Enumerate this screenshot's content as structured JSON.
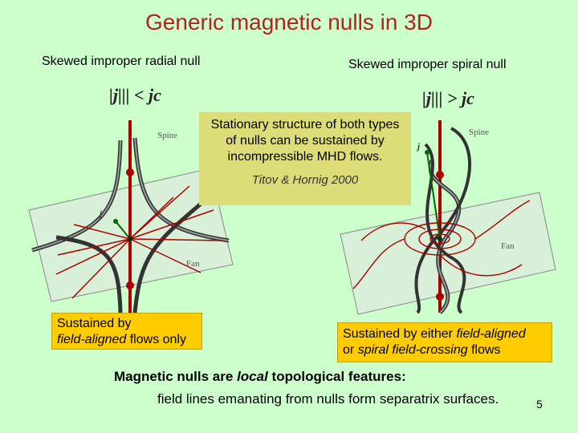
{
  "title": "Generic magnetic nulls in 3D",
  "left_panel": {
    "subtitle": "Skewed improper radial null",
    "condition": "|j||| < jc",
    "labels": {
      "spine": "Spine",
      "fan": "Fan",
      "current": "j"
    },
    "callout": {
      "prefix": "Sustained by",
      "emph": "field-aligned",
      "suffix": "flows only"
    }
  },
  "right_panel": {
    "subtitle": "Skewed improper spiral null",
    "condition": "|j||| > jc",
    "labels": {
      "spine": "Spine",
      "fan": "Fan",
      "current": "j"
    },
    "callout": {
      "prefix": "Sustained by either",
      "emph1": "field-aligned",
      "mid": "or",
      "emph2": "spiral field-crossing",
      "suffix": "flows"
    }
  },
  "info_box": {
    "text": "Stationary structure of both types of nulls can be sustained by incompressible MHD flows.",
    "reference": "Titov & Hornig 2000"
  },
  "bottom": {
    "line1_prefix": "Magnetic nulls are",
    "line1_emph": "local",
    "line1_suffix": "topological features:",
    "line2": "field lines emanating from nulls form separatrix surfaces."
  },
  "page_number": "5",
  "colors": {
    "title": "#b22222",
    "background": "#ccffcc",
    "info_box": "#dcdc78",
    "callout": "#ffcc00",
    "field_red": "#aa0000"
  }
}
